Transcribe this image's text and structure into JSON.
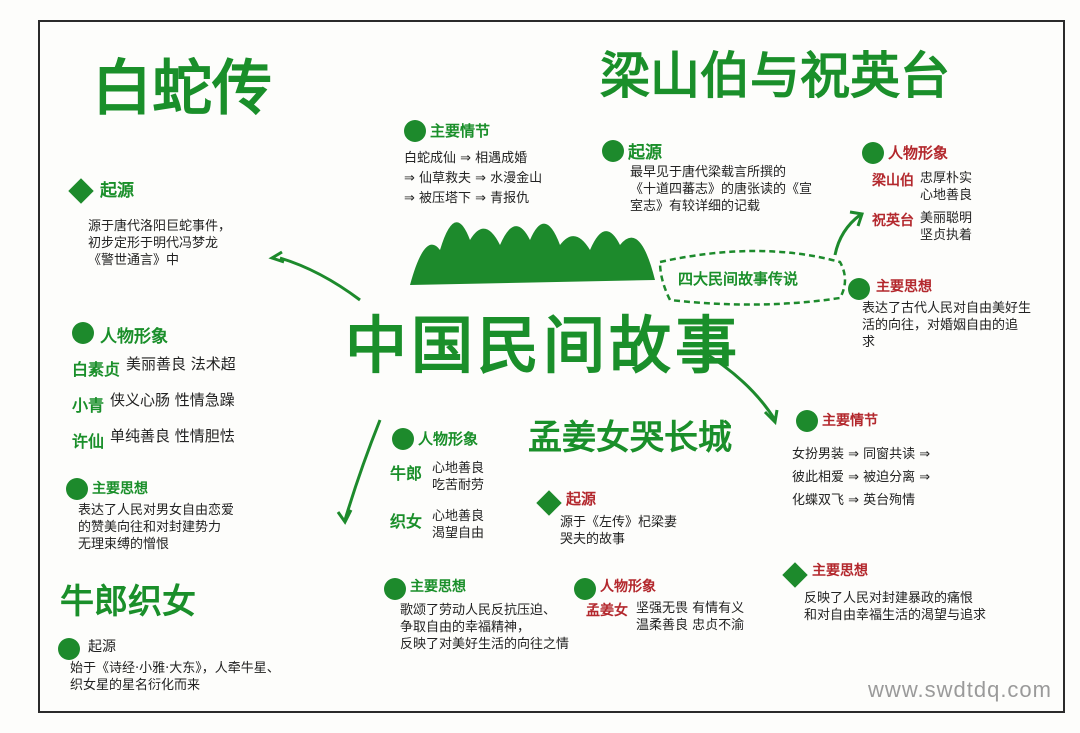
{
  "center": {
    "title": "中国民间故事",
    "subtitle": "四大民间故事传说"
  },
  "baishe": {
    "title": "白蛇传",
    "origin": {
      "label": "起源",
      "text": "源于唐代洛阳巨蛇事件，\n初步定形于明代冯梦龙\n《警世通言》中"
    },
    "characters": {
      "label": "人物形象",
      "items": [
        {
          "name": "白素贞",
          "desc": "美丽善良 法术超"
        },
        {
          "name": "小青",
          "desc": "侠义心肠 性情急躁"
        },
        {
          "name": "许仙",
          "desc": "单纯善良 性情胆怯"
        }
      ]
    },
    "theme": {
      "label": "主要思想",
      "text": "表达了人民对男女自由恋爱\n的赞美向往和对封建势力\n无理束缚的憎恨"
    },
    "plot": {
      "label": "主要情节",
      "lines": [
        "白蛇成仙 ⇒ 相遇成婚",
        "⇒ 仙草救夫 ⇒ 水漫金山",
        "⇒ 被压塔下 ⇒ 青报仇"
      ]
    }
  },
  "liangzhu": {
    "title": "梁山伯与祝英台",
    "origin": {
      "label": "起源",
      "text": "最早见于唐代梁载言所撰的\n《十道四蕃志》的唐张读的《宣\n室志》有较详细的记载"
    },
    "characters": {
      "label": "人物形象",
      "items": [
        {
          "name": "梁山伯",
          "desc": "忠厚朴实\n心地善良"
        },
        {
          "name": "祝英台",
          "desc": "美丽聪明\n坚贞执着"
        }
      ]
    },
    "theme": {
      "label": "主要思想",
      "text": "表达了古代人民对自由美好生\n活的向往，对婚姻自由的追\n求"
    }
  },
  "mengjiang": {
    "title": "孟姜女哭长城",
    "origin": {
      "label": "起源",
      "text": "源于《左传》杞梁妻\n哭夫的故事"
    },
    "characters": {
      "label": "人物形象",
      "items": [
        {
          "name": "孟姜女",
          "desc": "坚强无畏 有情有义\n温柔善良 忠贞不渝"
        }
      ]
    },
    "plot": {
      "label": "主要情节",
      "lines": [
        "女扮男装 ⇒ 同窗共读 ⇒",
        "彼此相爱 ⇒ 被迫分离 ⇒",
        "化蝶双飞 ⇒ 英台殉情"
      ]
    },
    "theme": {
      "label": "主要思想",
      "text": "反映了人民对封建暴政的痛恨\n和对自由幸福生活的渴望与追求"
    }
  },
  "niulang": {
    "title": "牛郎织女",
    "origin": {
      "label": "起源",
      "text": "始于《诗经·小雅·大东》，人牵牛星、\n织女星的星名衍化而来"
    },
    "characters": {
      "label": "人物形象",
      "items": [
        {
          "name": "牛郎",
          "desc": "心地善良\n吃苦耐劳"
        },
        {
          "name": "织女",
          "desc": "心地善良\n渴望自由"
        }
      ]
    },
    "theme": {
      "label": "主要思想",
      "text": "歌颂了劳动人民反抗压迫、\n争取自由的幸福精神，\n反映了对美好生活的向往之情"
    }
  },
  "watermark": "www.swdtdq.com",
  "colors": {
    "green": "#1a8f2a",
    "red": "#b3282d"
  }
}
